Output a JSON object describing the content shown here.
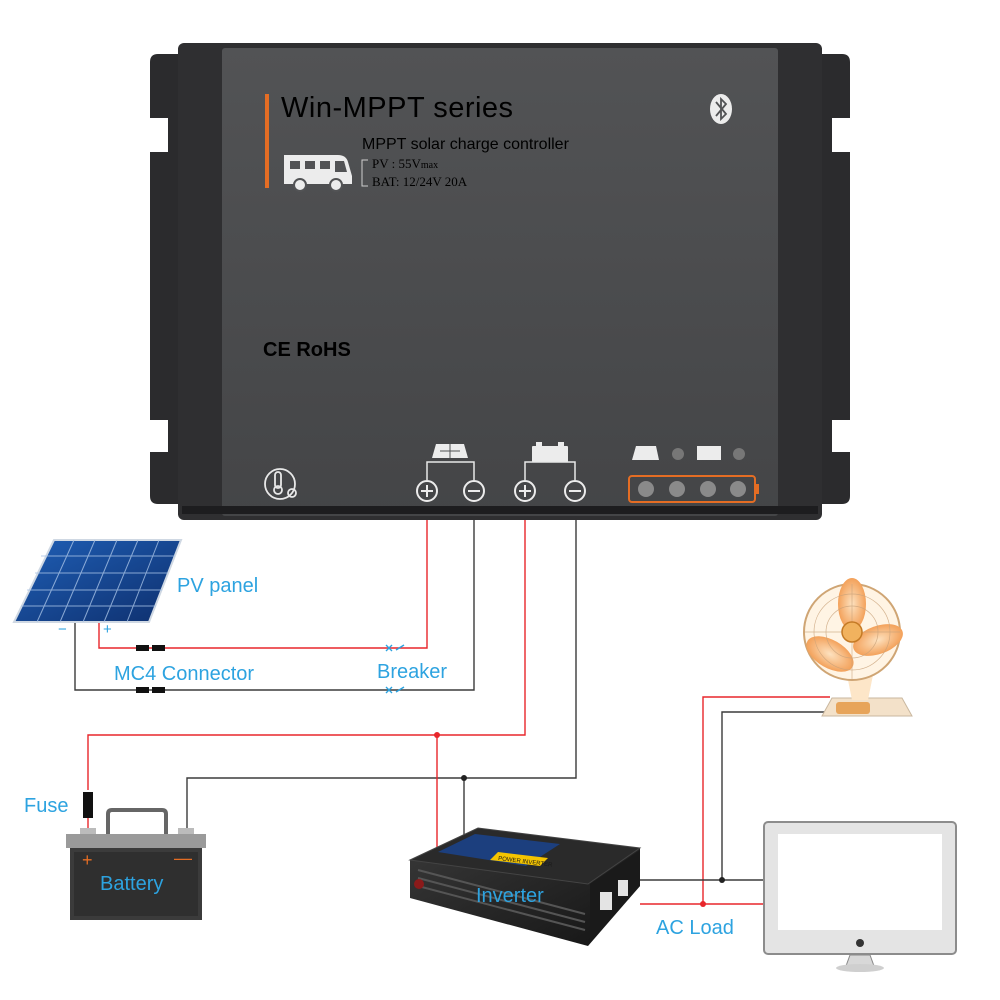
{
  "controller": {
    "title": "Win-MPPT  series",
    "subtitle": "MPPT solar charge controller",
    "pv_spec": "PV  :  55V",
    "pv_spec_suffix": "max",
    "bat_spec": "BAT:  12/24V    20A",
    "certification": "CE RoHS",
    "colors": {
      "body": "#4a4b4d",
      "accent": "#e46d24",
      "frame": "#2e2e30"
    }
  },
  "labels": {
    "pv_panel": "PV panel",
    "mc4_connector": "MC4 Connector",
    "breaker": "Breaker",
    "fuse": "Fuse",
    "battery": "Battery",
    "inverter": "Inverter",
    "ac_load": "AC Load",
    "pv_minus": "−",
    "pv_plus": "+",
    "bat_plus": "+",
    "bat_minus": "—",
    "inverter_brand": "POWER INVERTER"
  },
  "wire_colors": {
    "positive": "#e8262b",
    "negative": "#3b3b3b",
    "label": "#2da3e0"
  },
  "icons": [
    "bluetooth-icon",
    "rv-icon",
    "solar-panel-icon",
    "battery-icon",
    "temperature-sensor-icon",
    "fan-icon",
    "monitor-icon"
  ]
}
